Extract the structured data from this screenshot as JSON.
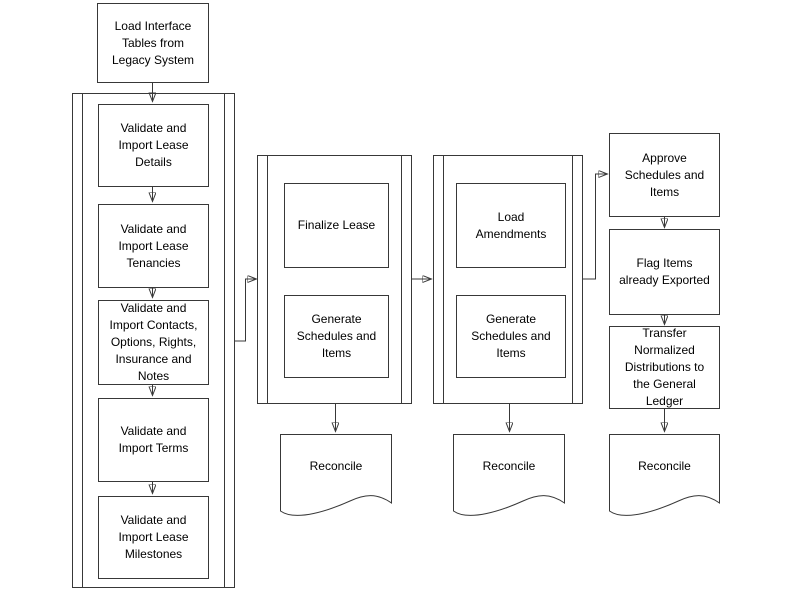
{
  "colors": {
    "line": "#383838",
    "background": "#ffffff",
    "text": "#000000"
  },
  "flow": {
    "start_node": "Load Interface\nTables from\nLegacy System",
    "import_frame": {
      "steps": [
        "Validate and\nImport Lease\nDetails",
        "Validate and\nImport Lease\nTenancies",
        "Validate and\nImport Contacts,\nOptions, Rights,\nInsurance and\nNotes",
        "Validate and\nImport Terms",
        "Validate and\nImport Lease\nMilestones"
      ]
    },
    "finalize_frame": {
      "steps": [
        "Finalize Lease",
        "Generate\nSchedules and\nItems"
      ]
    },
    "amendments_frame": {
      "steps": [
        "Load\nAmendments",
        "Generate\nSchedules and\nItems"
      ]
    },
    "export_column": {
      "steps": [
        "Approve\nSchedules and\nItems",
        "Flag Items\nalready Exported",
        "Transfer\nNormalized\nDistributions to\nthe General\nLedger"
      ]
    },
    "documents": [
      "Reconcile",
      "Reconcile",
      "Reconcile"
    ]
  }
}
